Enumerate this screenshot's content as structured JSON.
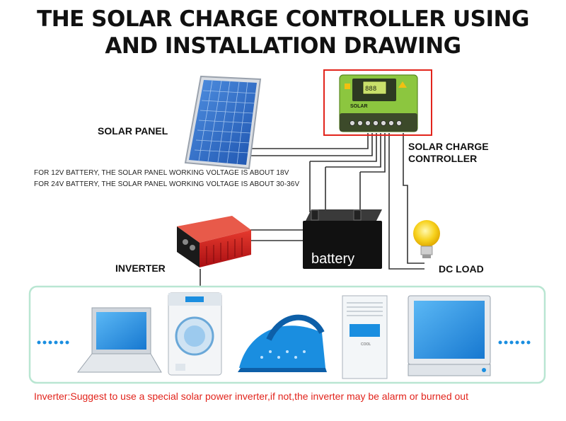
{
  "title": {
    "line1": "THE SOLAR CHARGE CONTROLLER USING",
    "line2": "AND INSTALLATION DRAWING"
  },
  "labels": {
    "solar_panel": "SOLAR PANEL",
    "controller_line1": "SOLAR CHARGE",
    "controller_line2": "CONTROLLER",
    "inverter": "INVERTER",
    "dc_load": "DC LOAD",
    "battery": "battery"
  },
  "notes": {
    "line1": "FOR 12V BATTERY, THE SOLAR PANEL WORKING VOLTAGE IS ABOUT 18V",
    "line2": "FOR 24V BATTERY, THE SOLAR PANEL WORKING VOLTAGE IS ABOUT 30-36V"
  },
  "controller_brand": "SOLAR",
  "appliance_label": "COOL",
  "footer": "Inverter:Suggest to use a special solar power inverter,if not,the inverter may be alarm or burned out",
  "colors": {
    "controller_green": "#8cc63f",
    "highlight_red": "#e2241c",
    "inverter_red": "#c8141a",
    "appliance_blue": "#1a8ee0",
    "appliance_border": "#b9e6d2"
  }
}
